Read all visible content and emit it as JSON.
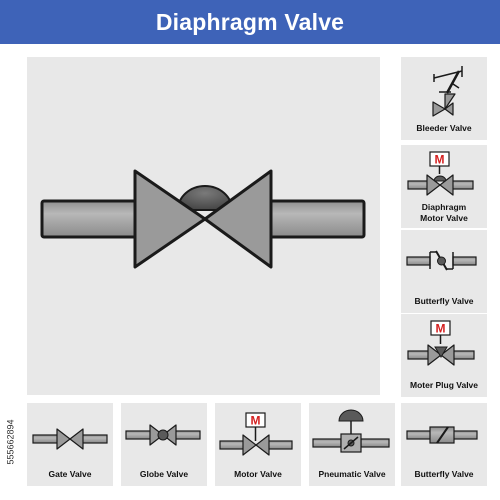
{
  "title": "Diaphragm Valve",
  "colors": {
    "banner": "#3e63b8",
    "panel": "#e8e8e8",
    "pipe": "#a3a3a3",
    "body": "#9a9a9a",
    "dome": "#5a5a5a",
    "motor": "#d42020",
    "outline": "#1a1a1a"
  },
  "tiles": {
    "bleeder": {
      "label": "Bleeder Valve",
      "icon": "bleeder-valve-icon"
    },
    "diaphragm_motor": {
      "label_lines": [
        "Diaphragm",
        "Motor Valve"
      ],
      "icon": "diaphragm-motor-valve-icon",
      "motor_letter": "M"
    },
    "butterfly_side": {
      "label": "Butterfly Valve",
      "icon": "butterfly-valve-icon"
    },
    "moter_plug": {
      "label": "Moter Plug Valve",
      "icon": "motor-plug-valve-icon",
      "motor_letter": "M"
    },
    "gate": {
      "label": "Gate Valve",
      "icon": "gate-valve-icon"
    },
    "globe": {
      "label": "Globe Valve",
      "icon": "globe-valve-icon"
    },
    "motor": {
      "label": "Motor Valve",
      "icon": "motor-valve-icon",
      "motor_letter": "M"
    },
    "pneumatic": {
      "label": "Pneumatic Valve",
      "icon": "pneumatic-valve-icon"
    },
    "butterfly_bottom": {
      "label": "Butterfly Valve",
      "icon": "butterfly-valve-icon"
    }
  },
  "credit": "555662894"
}
